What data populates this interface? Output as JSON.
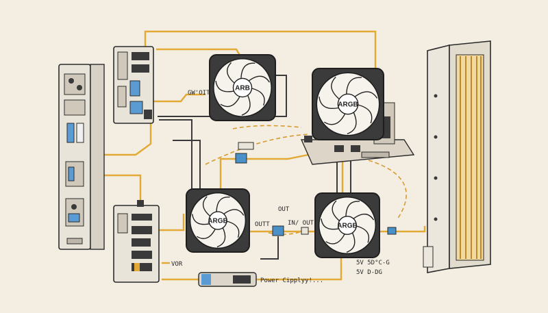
{
  "fans": [
    {
      "id": "fan-top-center",
      "label": "ARB"
    },
    {
      "id": "fan-top-right",
      "label": "ARGB"
    },
    {
      "id": "fan-bottom-left",
      "label": "ARGB"
    },
    {
      "id": "fan-bottom-right",
      "label": "ARGB"
    }
  ],
  "labels": {
    "gw_out": "GW'OIT",
    "out_top": "OUT",
    "out_left": "OUTT",
    "in_out": "IN/ OUT",
    "vor": "VOR",
    "volt_1": "5V  5D°C-G",
    "volt_2": "5V  D-DG",
    "power_supply": "Power Cipplyy!..."
  },
  "colors": {
    "background": "#f3ede2",
    "wire_yellow": "#e2a935",
    "wire_dark": "#3a3a3a",
    "connector_blue": "#4a90c8",
    "device_fill": "#e9e4da"
  }
}
